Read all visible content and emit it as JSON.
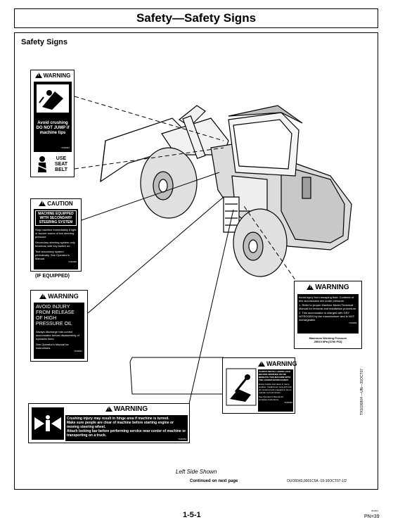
{
  "page": {
    "title": "Safety—Safety Signs",
    "section": "Safety Signs",
    "caption": "Left Side Shown",
    "continued": "Continued on next page",
    "ref_code": "OUO6043,0001C5A -19-10OCT07-1/2",
    "side_id": "TX1026804 —UN—31OCT07",
    "page_number": "1-5-1",
    "small_code": "051821",
    "pn": "PN=39"
  },
  "signs": {
    "crush": {
      "header": "WARNING",
      "black_text": "Avoid crushing DO NOT JUMP if machine tips",
      "part_no": "T166097",
      "belt_text": "USE SEAT BELT"
    },
    "caution": {
      "header": "CAUTION",
      "boxed_text": "MACHINE EQUIPPED WITH SECONDARY STEERING SYSTEM",
      "p1": "Stop machine immediately if light or buzzer warns of low steering pressure.",
      "p2": "Secondary steering system only functions with key switch on.",
      "p3": "Test secondary system periodically. See Operator's Manual.",
      "part_no": "T166050",
      "note": "(IF EQUIPPED)"
    },
    "hydraulic": {
      "header": "WARNING",
      "black_text": "AVOID INJURY FROM RELEASE OF HIGH PRESSURE OIL",
      "p1": "Always discharge ride-control accumulator before disassembly of hydraulic lines.",
      "p2": "See Operator's Manual for instructions.",
      "part_no": "T168051"
    },
    "accumulator": {
      "header": "WARNING",
      "intro": "Avoid injury from escaping fluid. Contents of this accumulator are under pressure.",
      "item1": "1.   Refer to proper Machine Model Technical Manual for removal and installation procedure.",
      "item2": "2.   This accumulator is charged with DRY NITROGEN by the manufacturer and is NOT rechargeable.",
      "part_no": "T166051",
      "pressure_label": "Maximum Working Pressure",
      "pressure_value": "25510 kPa [3700 PSI]"
    },
    "lock": {
      "header": "WARNING",
      "black_text": "ALWAYS INSTALL BOOM LOCK BEFORE WORKING ON OR BENEATH THIS MACHINE WITH THE LOADER BOOM RAISED.",
      "p1": "Empty bucket and place in dump position. Install boom lock with lock pin centered and engaged in boom cylinder rod end shown.",
      "p2": "See Operator's Manual for complete instructions.",
      "part_no": "T166052"
    },
    "hinge": {
      "header": "WARNING",
      "line1": "Crushing injury may result in hinge area if machine is turned.",
      "line2": "Make sure people are clear of machine before starting engine or moving steering wheel.",
      "line3": "Attach locking bar before performing service near center of machine or transporting on a truck.",
      "part_no": "T166053"
    }
  }
}
